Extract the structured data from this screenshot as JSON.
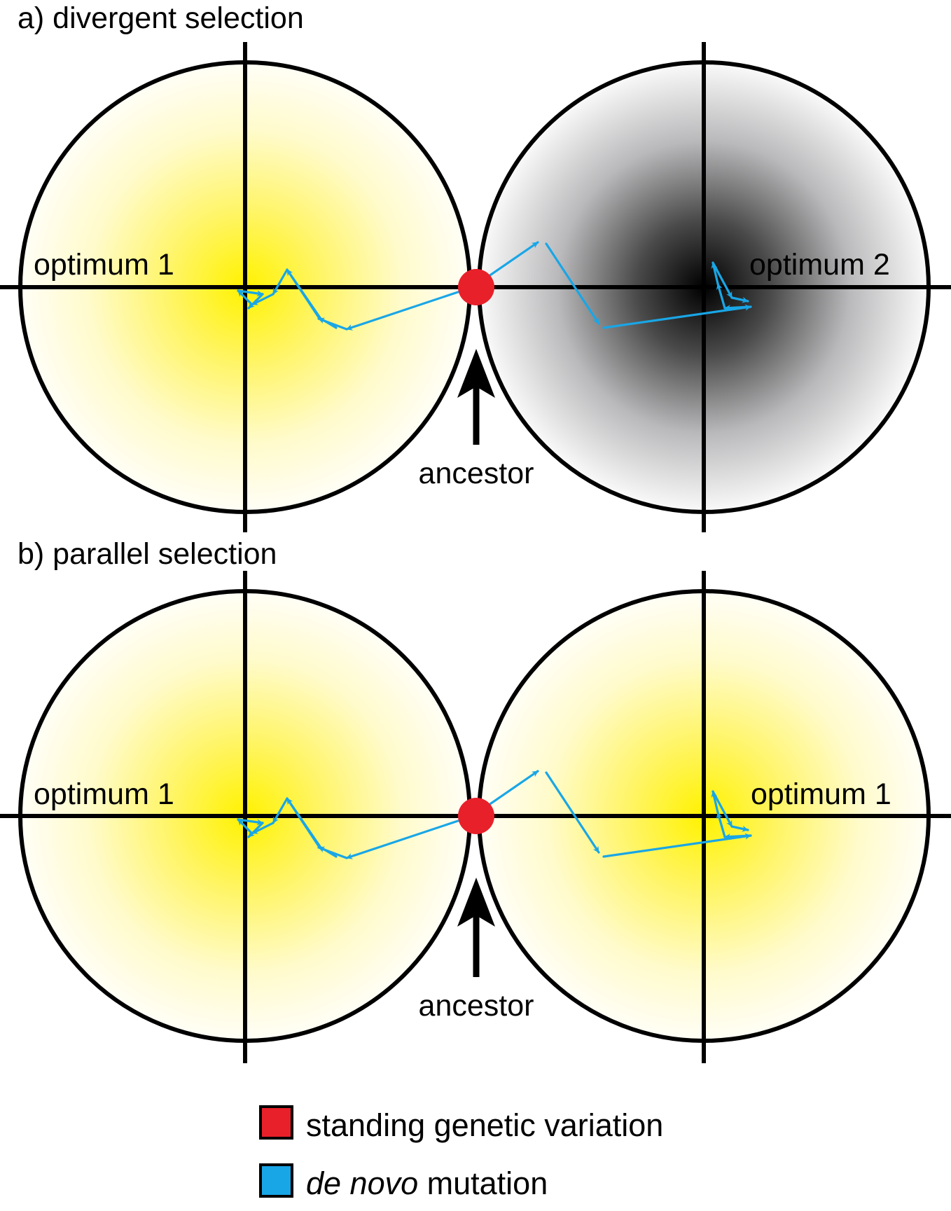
{
  "panels": [
    {
      "title": "a) divergent selection",
      "left_label": "optimum 1",
      "right_label": "optimum 2",
      "ancestor_label": "ancestor",
      "left_fill": "yellow",
      "right_fill": "grey"
    },
    {
      "title": "b) parallel selection",
      "left_label": "optimum 1",
      "right_label": "optimum 1",
      "ancestor_label": "ancestor",
      "left_fill": "yellow",
      "right_fill": "yellow"
    }
  ],
  "legend": {
    "standing": {
      "label": "standing genetic variation",
      "color": "#e8202a"
    },
    "denovo": {
      "label_italic": "de novo",
      "label_rest": " mutation",
      "color": "#19a6e6"
    }
  },
  "colors": {
    "yellow_center": "#fff200",
    "grey_center": "#000000",
    "ancestor_dot": "#e8202a",
    "mutation_path": "#19a6e6"
  }
}
